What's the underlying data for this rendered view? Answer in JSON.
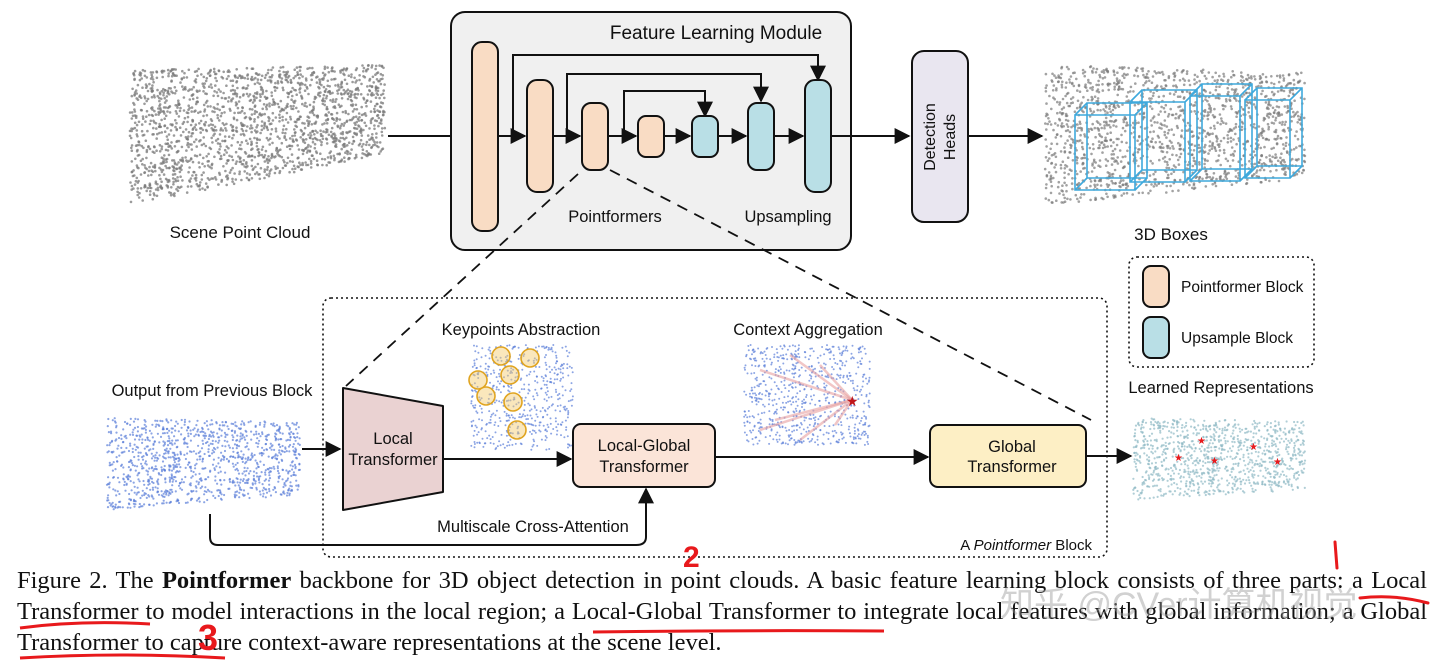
{
  "figure": {
    "module_title": "Feature Learning Module",
    "scene_label": "Scene Point Cloud",
    "pointformers_label": "Pointformers",
    "upsampling_label": "Upsampling",
    "detection_heads_line1": "Detection",
    "detection_heads_line2": "Heads",
    "boxes_label": "3D Boxes",
    "legend": {
      "pointformer_block": "Pointformer Block",
      "upsample_block": "Upsample Block"
    },
    "block": {
      "output_prev_label": "Output from Previous Block",
      "keypoints_label": "Keypoints Abstraction",
      "context_label": "Context Aggregation",
      "learned_label": "Learned Representations",
      "local_transformer_line1": "Local",
      "local_transformer_line2": "Transformer",
      "local_global_line1": "Local-Global",
      "local_global_line2": "Transformer",
      "global_line1": "Global",
      "global_line2": "Transformer",
      "cross_attention_label": "Multiscale Cross-Attention",
      "block_caption_prefix": "A ",
      "block_caption_italic": "Pointformer",
      "block_caption_suffix": " Block"
    },
    "colors": {
      "pointformer_fill": "#f9dcc4",
      "upsample_fill": "#b9dfe6",
      "local_transformer_fill": "#ead2d2",
      "local_global_fill": "#fbe4d8",
      "global_fill": "#fdefc5",
      "module_bg": "#f0f0f0",
      "heads_fill": "#e9e6f0",
      "box_color": "#3fa9dc",
      "annotation_red": "#e8191c"
    }
  },
  "caption": {
    "prefix": "Figure 2. The ",
    "bold": "Pointformer",
    "body": " backbone for 3D object detection in point clouds. A basic feature learning block consists of three parts: a Local Transformer to model interactions in the local region; a Local-Global Transformer to integrate local features with global information; a Global Transformer to capture context-aware representations at the scene level."
  },
  "annotations": {
    "mark_2": "2",
    "mark_3": "3",
    "watermark": "知乎 @CVer计算机视觉"
  }
}
